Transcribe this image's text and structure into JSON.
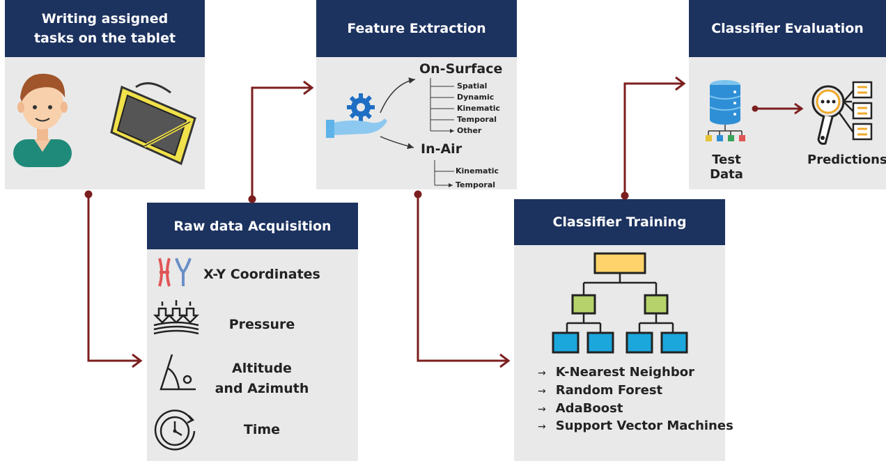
{
  "boxes": {
    "writing": {
      "title": "Writing assigned\ntasks on the tablet"
    },
    "raw": {
      "title": "Raw data Acquisition",
      "items": [
        "X-Y Coordinates",
        "Pressure",
        "Altitude\nand Azimuth",
        "Time"
      ]
    },
    "feature": {
      "title": "Feature Extraction",
      "on_surface": {
        "label": "On-Surface",
        "items": [
          "Spatial",
          "Dynamic",
          "Kinematic",
          "Temporal",
          "Other"
        ]
      },
      "in_air": {
        "label": "In-Air",
        "items": [
          "Kinematic",
          "Temporal"
        ]
      }
    },
    "training": {
      "title": "Classifier Training",
      "classifiers": [
        "K-Nearest Neighbor",
        "Random Forest",
        "AdaBoost",
        "Support Vector Machines"
      ]
    },
    "evaluation": {
      "title": "Classifier Evaluation",
      "test_label": "Test Data",
      "pred_label": "Predictions"
    }
  },
  "icons": [
    "person-icon",
    "tablet-icon",
    "xy-icon",
    "pressure-icon",
    "angle-icon",
    "clock-icon",
    "gear-hand-icon",
    "tree-icon",
    "database-icon",
    "predictions-icon"
  ],
  "colors": {
    "header": "#1c325f",
    "panel": "#e9e9e9",
    "arrow": "#7b1e1e"
  }
}
